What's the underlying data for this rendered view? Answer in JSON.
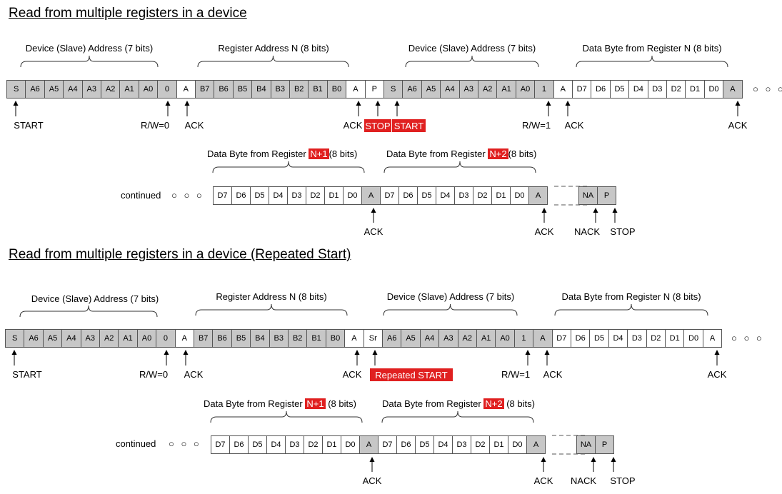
{
  "diagram1": {
    "title": "Read from multiple registers in a device",
    "braces": {
      "dev_addr": "Device (Slave) Address (7 bits)",
      "reg_addr": "Register Address N (8 bits)",
      "dev_addr2": "Device (Slave) Address (7 bits)",
      "data_n": "Data Byte from Register N (8 bits)",
      "data_n1_pre": "Data Byte from Register",
      "data_n1_red": "N+1",
      "data_n1_post": "(8 bits)",
      "data_n2_pre": "Data Byte from Register",
      "data_n2_red": "N+2",
      "data_n2_post": "(8 bits)"
    },
    "row1_cells": [
      "S",
      "A6",
      "A5",
      "A4",
      "A3",
      "A2",
      "A1",
      "A0",
      "0",
      "A",
      "B7",
      "B6",
      "B5",
      "B4",
      "B3",
      "B2",
      "B1",
      "B0",
      "A",
      "P",
      "S",
      "A6",
      "A5",
      "A4",
      "A3",
      "A2",
      "A1",
      "A0",
      "1",
      "A",
      "D7",
      "D6",
      "D5",
      "D4",
      "D3",
      "D2",
      "D1",
      "D0",
      "A"
    ],
    "row2_cells": [
      "D7",
      "D6",
      "D5",
      "D4",
      "D3",
      "D2",
      "D1",
      "D0",
      "A",
      "D7",
      "D6",
      "D5",
      "D4",
      "D3",
      "D2",
      "D1",
      "D0",
      "A",
      "NA",
      "P"
    ],
    "labels": {
      "start": "START",
      "rw0": "R/W=0",
      "ack1": "ACK",
      "ack2": "ACK",
      "stop_red": "STOP",
      "start_red": "START",
      "rw1": "R/W=1",
      "ack3": "ACK",
      "ack4": "ACK",
      "continued": "continued",
      "ack5": "ACK",
      "ack6": "ACK",
      "nack": "NACK",
      "stop": "STOP"
    },
    "dots": "○ ○ ○"
  },
  "diagram2": {
    "title": "Read from multiple registers in a device (Repeated Start)",
    "braces": {
      "dev_addr": "Device (Slave) Address (7 bits)",
      "reg_addr": "Register Address N (8 bits)",
      "dev_addr2": "Device (Slave) Address (7 bits)",
      "data_n": "Data Byte from Register N (8 bits)",
      "data_n1_pre": "Data Byte from Register",
      "data_n1_red": "N+1",
      "data_n1_post": "(8 bits)",
      "data_n2_pre": "Data Byte from Register",
      "data_n2_red": "N+2",
      "data_n2_post": "(8 bits)"
    },
    "row1_cells": [
      "S",
      "A6",
      "A5",
      "A4",
      "A3",
      "A2",
      "A1",
      "A0",
      "0",
      "A",
      "B7",
      "B6",
      "B5",
      "B4",
      "B3",
      "B2",
      "B1",
      "B0",
      "A",
      "Sr",
      "A6",
      "A5",
      "A4",
      "A3",
      "A2",
      "A1",
      "A0",
      "1",
      "A",
      "D7",
      "D6",
      "D5",
      "D4",
      "D3",
      "D2",
      "D1",
      "D0",
      "A"
    ],
    "row2_cells": [
      "D7",
      "D6",
      "D5",
      "D4",
      "D3",
      "D2",
      "D1",
      "D0",
      "A",
      "D7",
      "D6",
      "D5",
      "D4",
      "D3",
      "D2",
      "D1",
      "D0",
      "A",
      "NA",
      "P"
    ],
    "labels": {
      "start": "START",
      "rw0": "R/W=0",
      "ack1": "ACK",
      "ack2": "ACK",
      "repeated_start": "Repeated START",
      "rw1": "R/W=1",
      "ack3": "ACK",
      "ack4": "ACK",
      "continued": "continued",
      "ack5": "ACK",
      "ack6": "ACK",
      "nack": "NACK",
      "stop": "STOP"
    },
    "dots": "○ ○ ○"
  },
  "colors": {
    "grey_cell": "#c7c7c7",
    "red_highlight": "#e02020"
  }
}
